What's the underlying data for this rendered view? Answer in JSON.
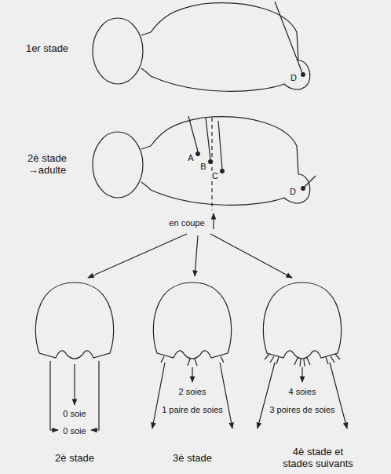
{
  "diagram": {
    "labels": [
      "1er stade",
      "D",
      "2è stade →adulte",
      "A",
      "B",
      "C",
      "D",
      "en coupe",
      "0 soie",
      "0 soie",
      "2è stade",
      "2 soies",
      "1 paire de soies",
      "3è stade",
      "4 soies",
      "3 poires de soies",
      "4è stade et stades suivants"
    ]
  }
}
